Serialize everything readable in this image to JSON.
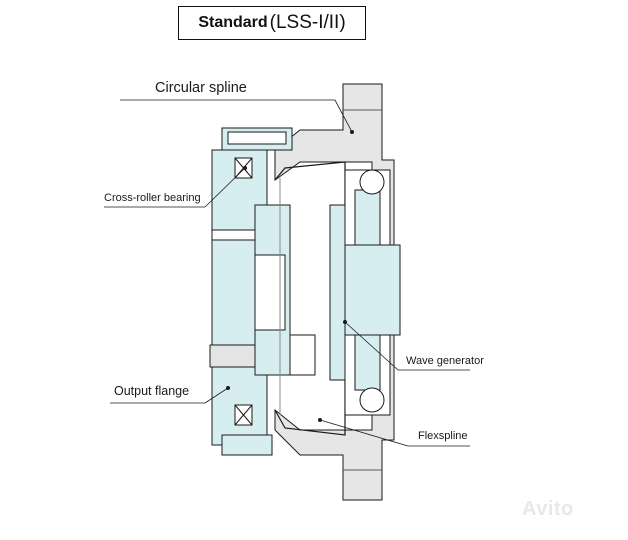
{
  "title": {
    "bold": "Standard",
    "model": "(LSS-I/II)"
  },
  "labels": {
    "circular_spline": "Circular spline",
    "cross_roller_bearing": "Cross-roller bearing",
    "output_flange": "Output flange",
    "wave_generator": "Wave generator",
    "flexspline": "Flexspline"
  },
  "watermark": "Avito",
  "colors": {
    "part_fill": "#d7eef1",
    "outline": "#1a1a1a",
    "steel_gray": "#e4e4e4"
  }
}
